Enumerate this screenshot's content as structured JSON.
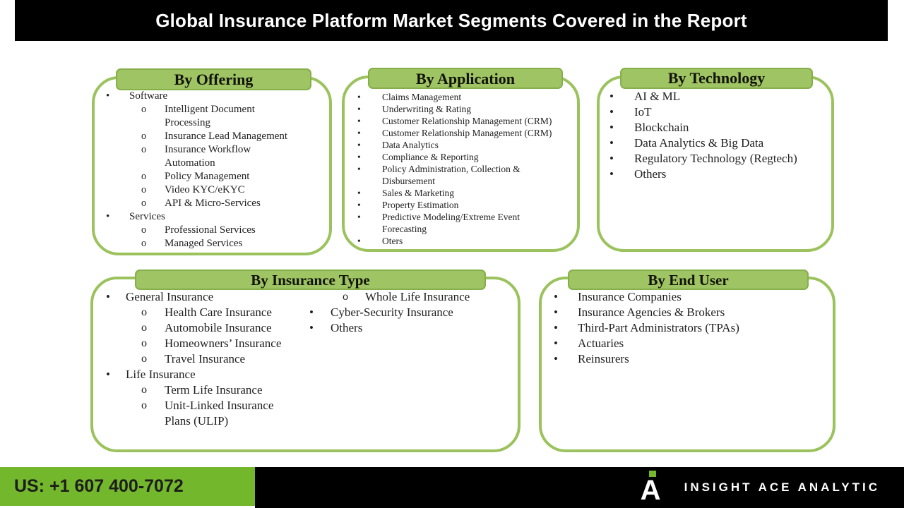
{
  "header": {
    "title": "Global Insurance Platform Market Segments Covered in the Report"
  },
  "markers": {
    "level1": "•",
    "level2": "o"
  },
  "sections": [
    {
      "id": "by-offering",
      "title": "By Offering",
      "columns": [
        [
          {
            "level": 1,
            "text": "Software"
          },
          {
            "level": 2,
            "text": "Intelligent Document Processing"
          },
          {
            "level": 2,
            "text": "Insurance Lead Management"
          },
          {
            "level": 2,
            "text": "Insurance Workflow Automation"
          },
          {
            "level": 2,
            "text": "Policy Management"
          },
          {
            "level": 2,
            "text": "Video KYC/eKYC"
          },
          {
            "level": 2,
            "text": "API & Micro-Services"
          },
          {
            "level": 1,
            "text": "Services"
          },
          {
            "level": 2,
            "text": "Professional Services"
          },
          {
            "level": 2,
            "text": "Managed Services"
          }
        ]
      ]
    },
    {
      "id": "by-application",
      "title": "By Application",
      "columns": [
        [
          {
            "level": 1,
            "text": "Claims Management"
          },
          {
            "level": 1,
            "text": "Underwriting & Rating"
          },
          {
            "level": 1,
            "text": "Customer Relationship Management (CRM)"
          },
          {
            "level": 1,
            "text": "Customer Relationship Management (CRM)"
          },
          {
            "level": 1,
            "text": "Data Analytics"
          },
          {
            "level": 1,
            "text": "Compliance & Reporting"
          },
          {
            "level": 1,
            "text": "Policy Administration, Collection & Disbursement"
          },
          {
            "level": 1,
            "text": "Sales & Marketing"
          },
          {
            "level": 1,
            "text": "Property Estimation"
          },
          {
            "level": 1,
            "text": "Predictive Modeling/Extreme Event Forecasting"
          },
          {
            "level": 1,
            "text": "Oters"
          }
        ]
      ]
    },
    {
      "id": "by-technology",
      "title": "By Technology",
      "columns": [
        [
          {
            "level": 1,
            "text": "AI & ML"
          },
          {
            "level": 1,
            "text": "IoT"
          },
          {
            "level": 1,
            "text": "Blockchain"
          },
          {
            "level": 1,
            "text": "Data Analytics & Big Data"
          },
          {
            "level": 1,
            "text": "Regulatory Technology (Regtech)"
          },
          {
            "level": 1,
            "text": "Others"
          }
        ]
      ]
    },
    {
      "id": "by-insurance-type",
      "title": "By Insurance Type",
      "columns": [
        [
          {
            "level": 1,
            "text": "General Insurance"
          },
          {
            "level": 2,
            "text": "Health Care Insurance"
          },
          {
            "level": 2,
            "text": "Automobile Insurance"
          },
          {
            "level": 2,
            "text": "Homeowners’ Insurance"
          },
          {
            "level": 2,
            "text": "Travel Insurance"
          },
          {
            "level": 1,
            "text": "Life Insurance"
          },
          {
            "level": 2,
            "text": "Term Life Insurance"
          },
          {
            "level": 2,
            "text": "Unit-Linked Insurance Plans (ULIP)"
          }
        ],
        [
          {
            "level": 2,
            "text": "Whole Life Insurance"
          },
          {
            "level": 1,
            "text": "Cyber-Security Insurance"
          },
          {
            "level": 1,
            "text": "Others"
          }
        ]
      ]
    },
    {
      "id": "by-end-user",
      "title": "By End User",
      "columns": [
        [
          {
            "level": 1,
            "text": "Insurance Companies"
          },
          {
            "level": 1,
            "text": "Insurance Agencies & Brokers"
          },
          {
            "level": 1,
            "text": "Third-Part Administrators (TPAs)"
          },
          {
            "level": 1,
            "text": "Actuaries"
          },
          {
            "level": 1,
            "text": "Reinsurers"
          }
        ]
      ]
    }
  ],
  "footer": {
    "phone_label": "US: +1 607 400-7072",
    "logo_letter": "A",
    "brand": "INSIGHT ACE ANALYTIC"
  },
  "colors": {
    "header_bar": "#000000",
    "box_border_green": "#9BC25D",
    "title_bar_green": "#9EC463",
    "footer_green": "#73B72D",
    "logo_green": "#76B82D",
    "text_dark": "#212121"
  }
}
